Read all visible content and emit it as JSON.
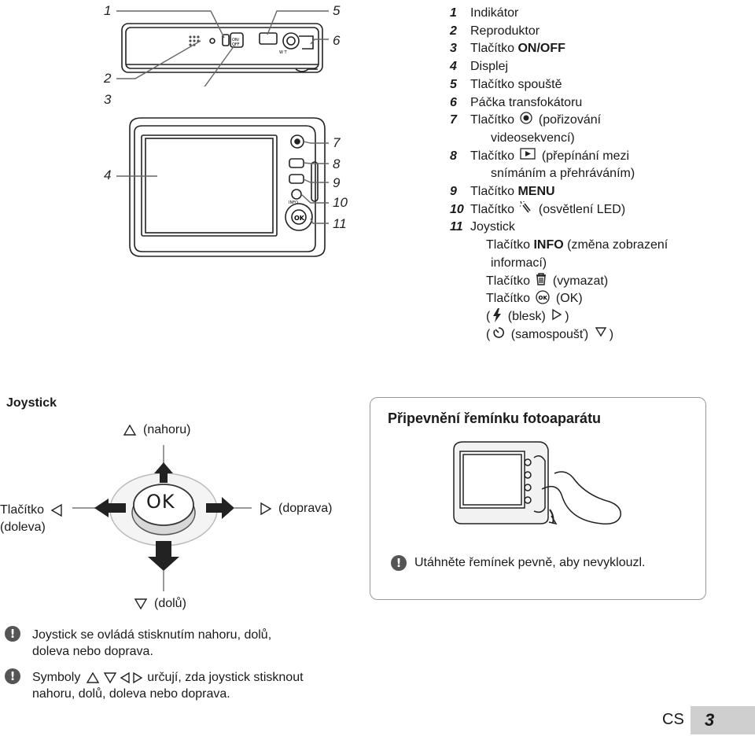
{
  "top_view_callouts": [
    "1",
    "2",
    "3",
    "5",
    "6"
  ],
  "back_view_callouts": [
    "4",
    "7",
    "8",
    "9",
    "10",
    "11"
  ],
  "legend": [
    {
      "num": "1",
      "text": "Indikátor"
    },
    {
      "num": "2",
      "text": "Reproduktor"
    },
    {
      "num": "3",
      "pre": "Tlačítko ",
      "bold": "ON/OFF"
    },
    {
      "num": "4",
      "text": "Displej"
    },
    {
      "num": "5",
      "text": "Tlačítko spouště"
    },
    {
      "num": "6",
      "text": "Páčka transfokátoru"
    },
    {
      "num": "7",
      "pre": "Tlačítko ",
      "post": " (pořizování",
      "cont": "videosekvencí)",
      "icon": "record-icon"
    },
    {
      "num": "8",
      "pre": "Tlačítko ",
      "post": " (přepínání mezi",
      "cont": "snímáním a přehráváním)",
      "icon": "play-icon"
    },
    {
      "num": "9",
      "pre": "Tlačítko ",
      "bold": "MENU"
    },
    {
      "num": "10",
      "pre": "Tlačítko ",
      "post": " (osvětlení LED)",
      "icon": "led-icon"
    },
    {
      "num": "11",
      "text": "Joystick"
    }
  ],
  "joystick_sub": {
    "info_pre": "Tlačítko ",
    "info_bold": "INFO",
    "info_post": " (změna zobrazení",
    "info_cont": "informací)",
    "delete": " (vymazat)",
    "ok_pre": "Tlačítko ",
    "ok_post": " (OK)",
    "flash": " (blesk) ",
    "timer": " (samospoušť) ",
    "delete_pre": "Tlačítko "
  },
  "joystick_section": {
    "title": "Joystick",
    "up": "(nahoru)",
    "down": "(dolů)",
    "right": "(doprava)",
    "left_line1": "Tlačítko",
    "left_line2": "(doleva)",
    "ok_label": "OK"
  },
  "strap": {
    "title": "Připevnění řemínku fotoaparátu",
    "note": "Utáhněte řemínek pevně, aby nevyklouzl."
  },
  "notes": {
    "note1_line1": "Joystick se ovládá stisknutím nahoru, dolů,",
    "note1_line2": "doleva nebo doprava.",
    "note2_pre": "Symboly ",
    "note2_post": " určují, zda joystick stisknout",
    "note2_line2": "nahoru, dolů, doleva nebo doprava."
  },
  "footer": {
    "lang": "CS",
    "page": "3"
  },
  "icons": [
    "record-icon",
    "play-icon",
    "led-icon",
    "trash-icon",
    "ok-icon",
    "flash-icon",
    "timer-icon",
    "triangle-right-icon",
    "triangle-down-icon",
    "triangle-up-icon",
    "triangle-left-icon",
    "warning-icon"
  ]
}
